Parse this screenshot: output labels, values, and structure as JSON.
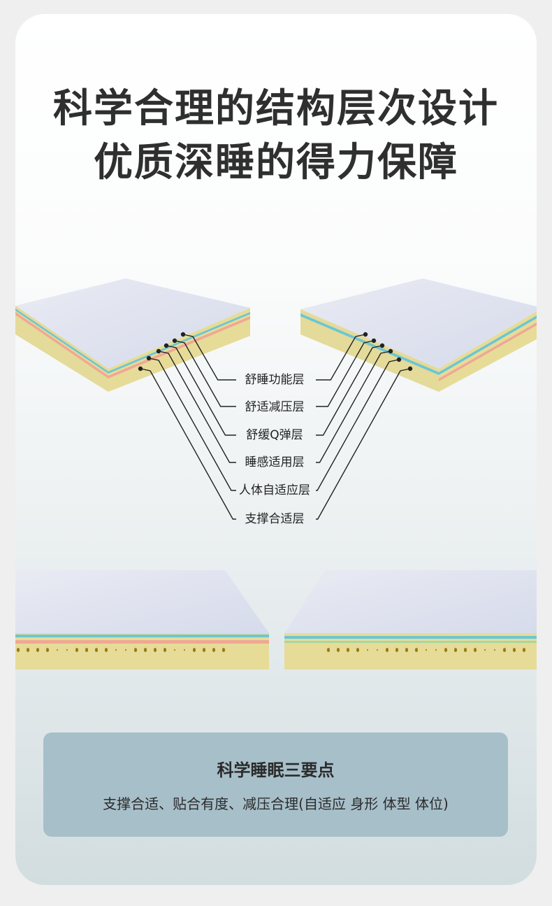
{
  "headline": {
    "line1": "科学合理的结构层次设计",
    "line2": "优质深睡的得力保障"
  },
  "layers": [
    "舒睡功能层",
    "舒适减压层",
    "舒缓Q弹层",
    "睡感适用层",
    "人体自适应层",
    "支撑合适层"
  ],
  "info_box": {
    "title": "科学睡眠三要点",
    "text": "支撑合适、贴合有度、减压合理(自适应 身形 体型 体位)"
  },
  "colors": {
    "foam_top": "#dde2ef",
    "blue_layer": "#6cc6d3",
    "pink_layer": "#f0a795",
    "yellow_base": "#e6dc98",
    "info_bg": "#a7bfc9"
  }
}
